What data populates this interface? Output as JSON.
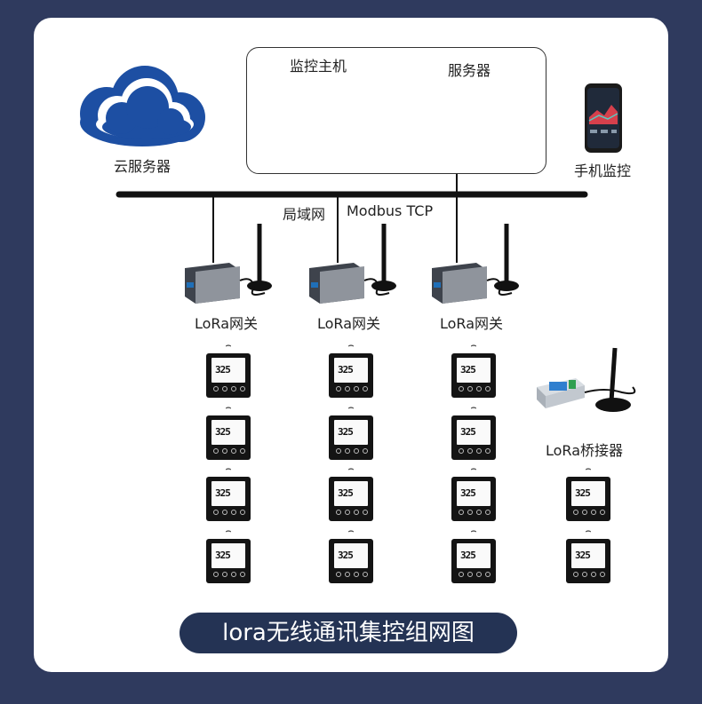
{
  "labels": {
    "cloud": "云服务器",
    "monitor_host": "监控主机",
    "server": "服务器",
    "mobile": "手机监控",
    "lan": "局域网",
    "protocol": "Modbus TCP",
    "gateway": "LoRa网关",
    "bridge": "LoRa桥接器"
  },
  "thermostat_reading": "325",
  "title": "lora无线通讯集控组网图",
  "colors": {
    "background": "#2f3a5e",
    "cloud": "#1d4fa3",
    "title_pill": "#243354",
    "bus": "#111111"
  }
}
